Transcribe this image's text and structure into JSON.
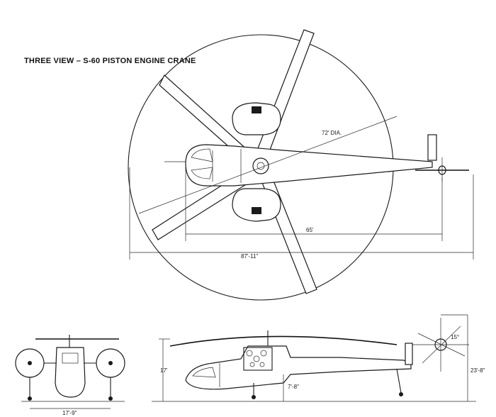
{
  "title": "THREE VIEW – S-60 PISTON ENGINE CRANE",
  "dimensions": {
    "rotor_diameter": "72' DIA.",
    "rotor_to_tail": "65'",
    "overall_length": "87'-11\"",
    "front_height": "17'",
    "front_width": "17'-9\"",
    "side_clearance": "7'-8\"",
    "tail_height": "23'-8\"",
    "tail_angle": "15°"
  }
}
